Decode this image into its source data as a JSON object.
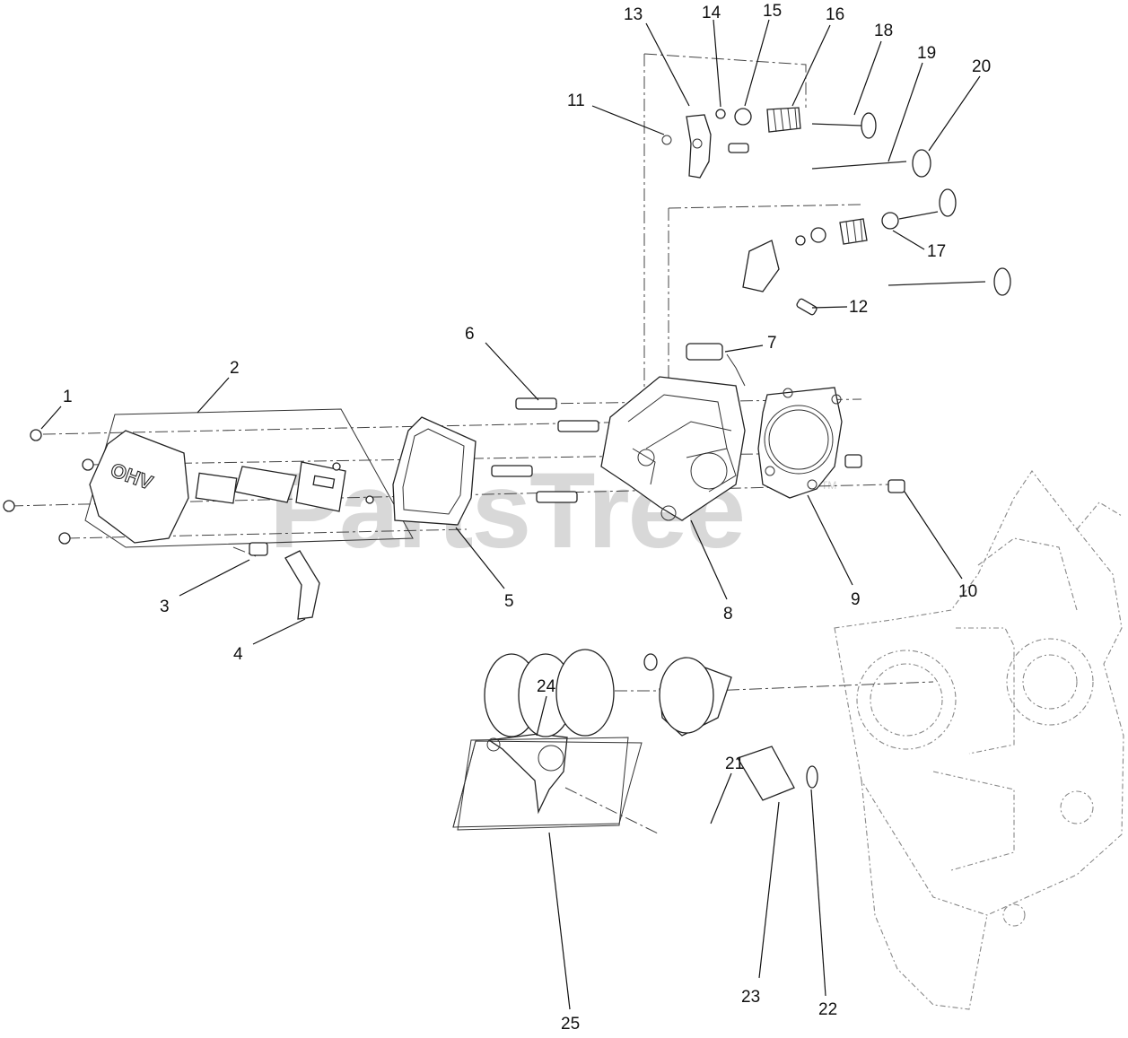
{
  "watermark": {
    "text": "PartsTree",
    "trademark": "TM"
  },
  "cover_marking": "OHV",
  "callouts": [
    "1",
    "2",
    "3",
    "4",
    "5",
    "6",
    "7",
    "8",
    "9",
    "10",
    "11",
    "12",
    "13",
    "14",
    "15",
    "16",
    "17",
    "18",
    "19",
    "20",
    "21",
    "22",
    "23",
    "24",
    "25"
  ]
}
